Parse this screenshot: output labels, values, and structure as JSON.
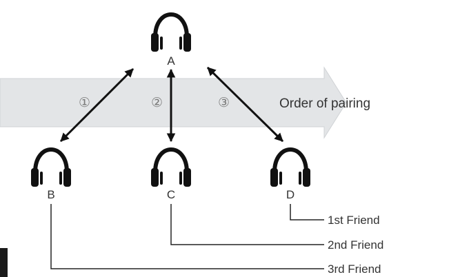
{
  "diagram": {
    "band_label": "Order of pairing",
    "icon": "headphones-icon",
    "nodes": {
      "a": {
        "label": "A"
      },
      "b": {
        "label": "B"
      },
      "c": {
        "label": "C"
      },
      "d": {
        "label": "D"
      }
    },
    "steps": [
      "①",
      "②",
      "③"
    ],
    "friends": [
      "1st Friend",
      "2nd Friend",
      "3rd Friend"
    ]
  }
}
